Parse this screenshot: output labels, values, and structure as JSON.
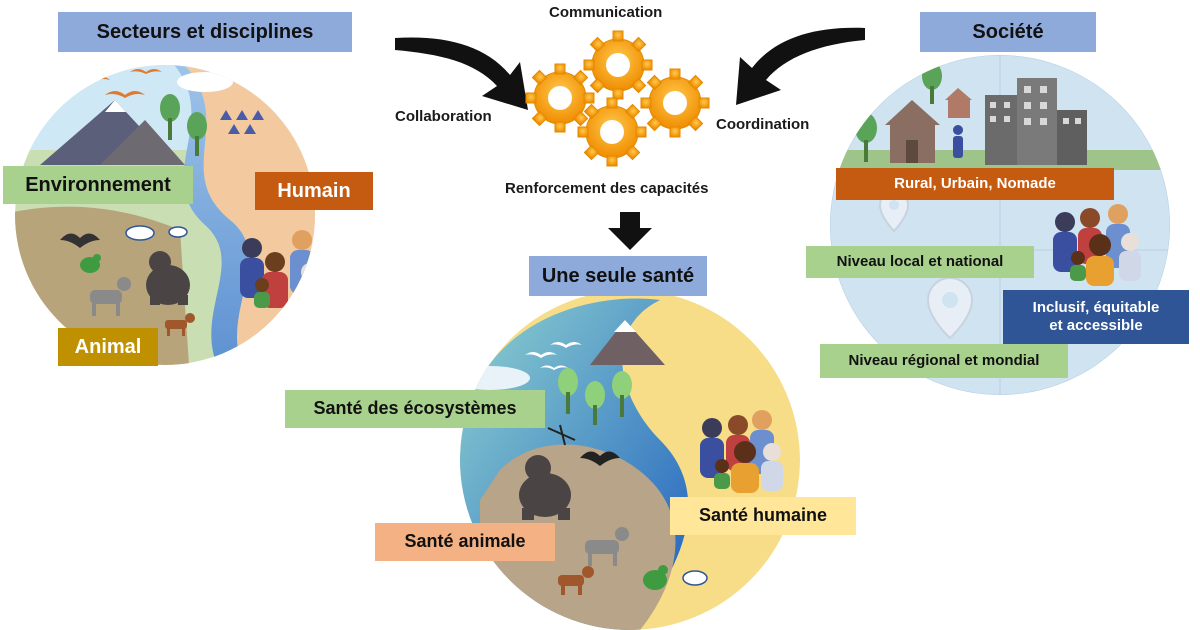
{
  "title_left": "Secteurs et disciplines",
  "title_right": "Société",
  "title_center": "Une seule santé",
  "gears": {
    "top": "Communication",
    "left": "Collaboration",
    "right": "Coordination",
    "bottom": "Renforcement des capacités"
  },
  "left_circle": {
    "environment": "Environnement",
    "human": "Humain",
    "animal": "Animal"
  },
  "right_circle": {
    "setting": "Rural, Urbain, Nomade",
    "local": "Niveau local et national",
    "regional": "Niveau régional et mondial",
    "inclusive_line1": "Inclusif, équitable",
    "inclusive_line2": "et accessible"
  },
  "center_circle": {
    "ecosystem": "Santé des écosystèmes",
    "animal": "Santé animale",
    "human": "Santé humaine"
  },
  "colors": {
    "title": "#8eaadb",
    "green": "#a9d18e",
    "orange": "#c55a11",
    "gold": "#bf9000",
    "salmon": "#f4b183",
    "yellow": "#ffe699",
    "navy": "#2f5597",
    "gear": "#f5a623"
  }
}
